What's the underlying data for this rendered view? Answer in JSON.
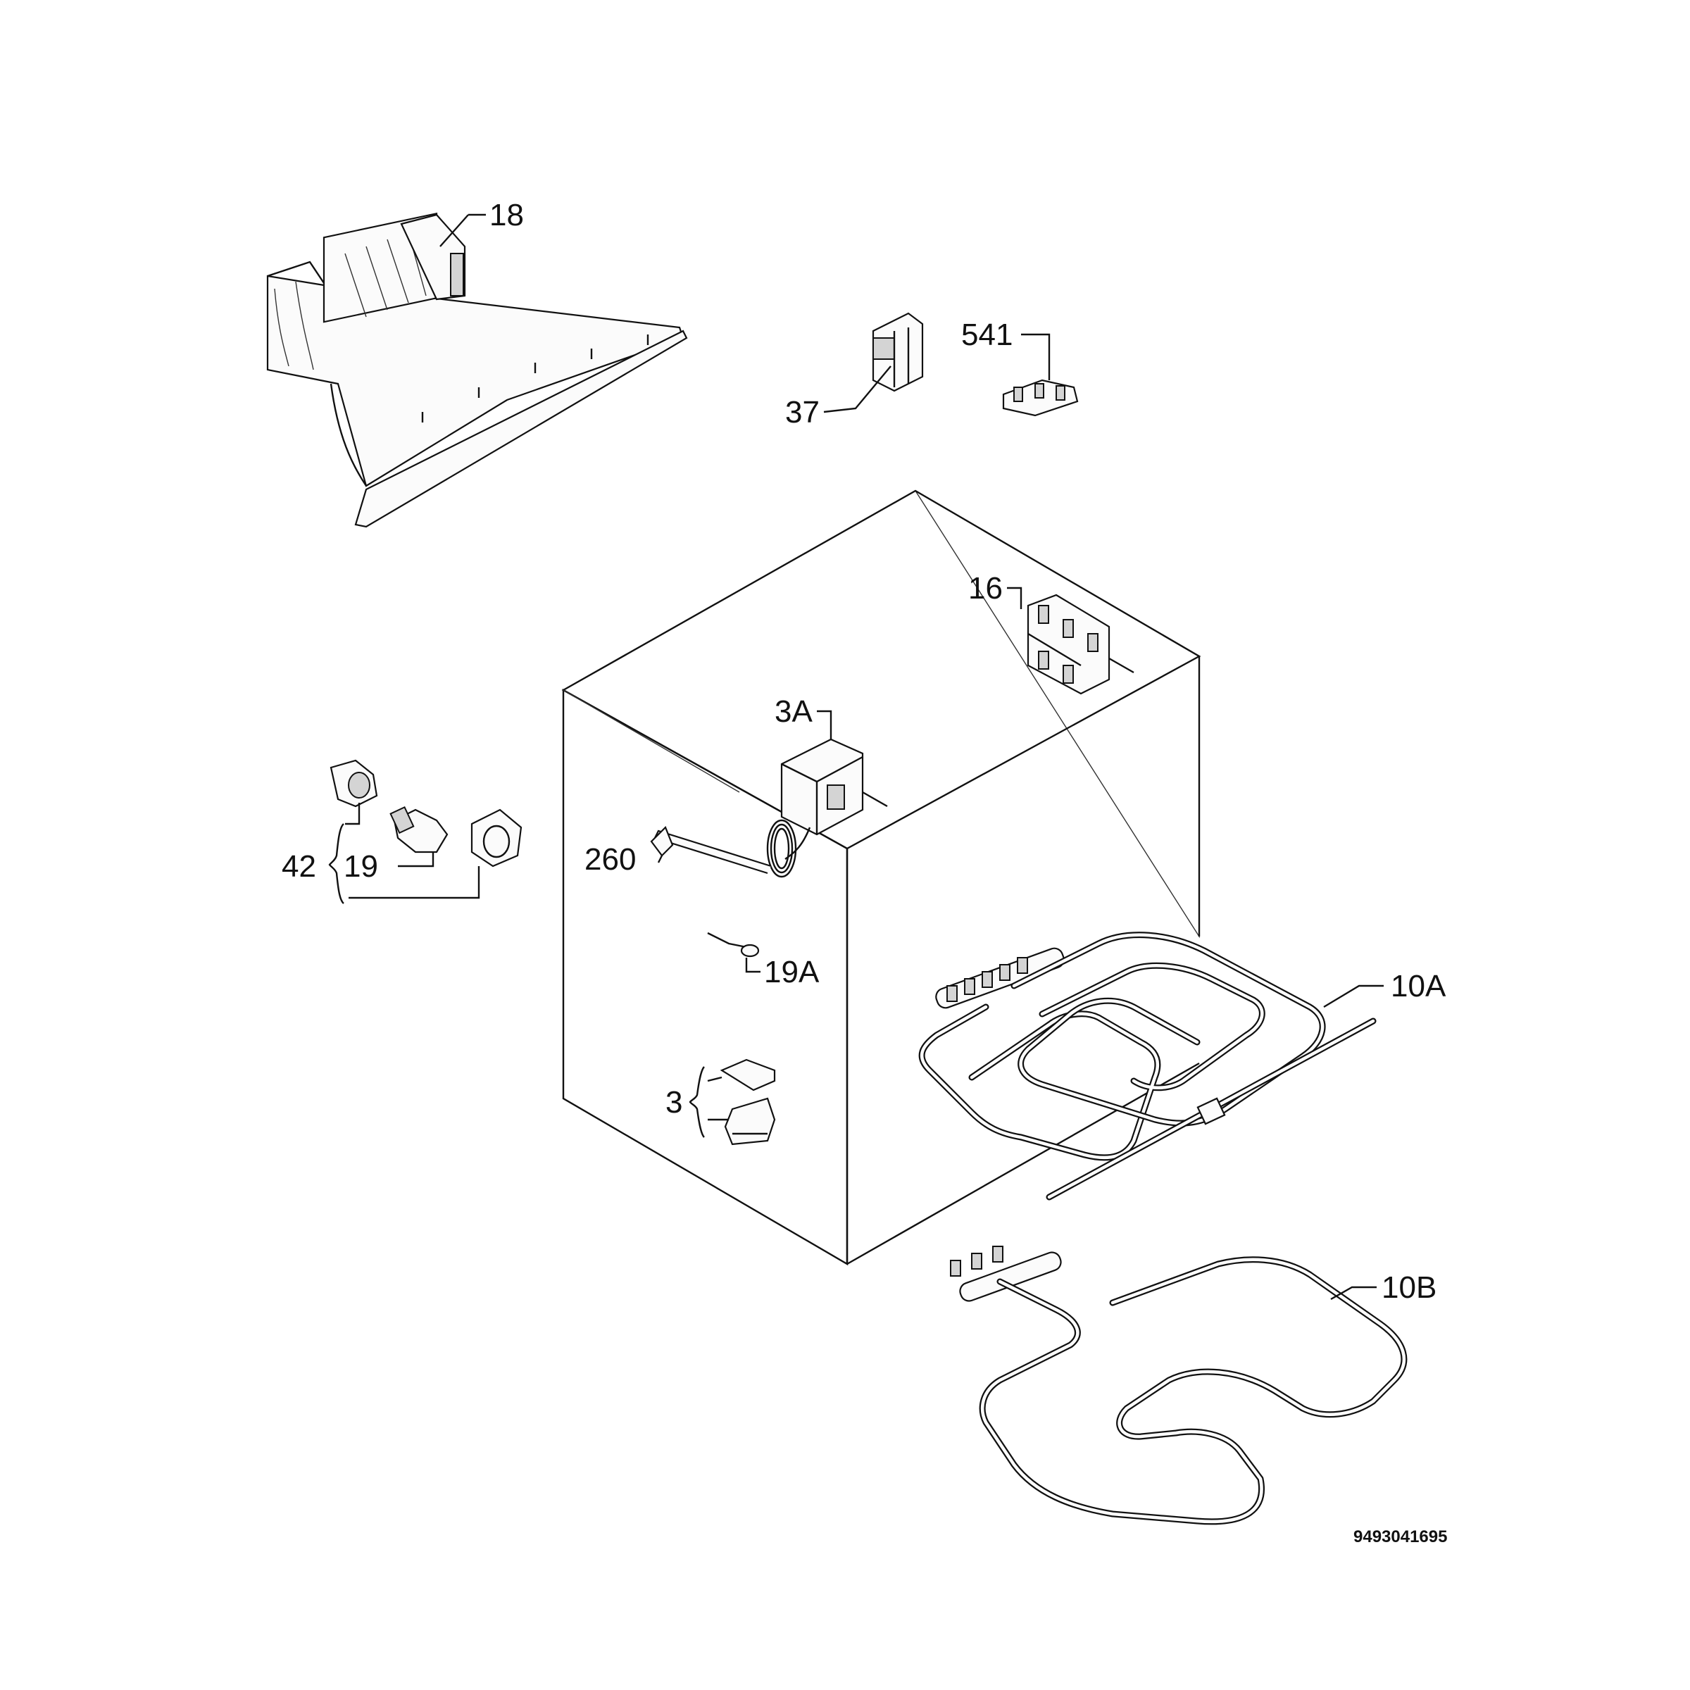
{
  "labels": {
    "p18": "18",
    "p541": "541",
    "p37": "37",
    "p16": "16",
    "p3a": "3A",
    "p42": "42",
    "p19": "19",
    "p260": "260",
    "p19a": "19A",
    "p10a": "10A",
    "p3": "3",
    "p10b": "10B"
  },
  "document_number": "9493041695"
}
